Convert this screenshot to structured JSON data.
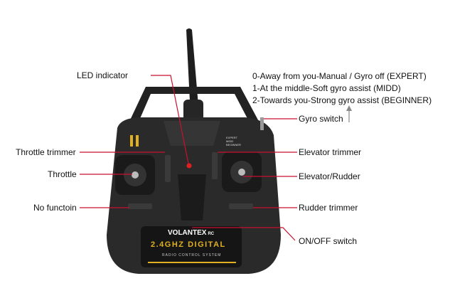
{
  "labels": {
    "led": "LED indicator",
    "throttle_trimmer": "Throttle trimmer",
    "throttle": "Throttle",
    "no_function": "No functoin",
    "gyro_switch": "Gyro switch",
    "elevator_trimmer": "Elevator trimmer",
    "elevator_rudder": "Elevator/Rudder",
    "rudder_trimmer": "Rudder trimmer",
    "on_off": "ON/OFF switch"
  },
  "gyro_modes": [
    "0-Away from you-Manual / Gyro off (EXPERT)",
    "1-At the middle-Soft gyro assist (MIDD)",
    "2-Towards you-Strong gyro assist (BEGINNER)"
  ],
  "device": {
    "brand": "VOLANTEX",
    "brand_suffix": "RC",
    "band": "2.4GHZ DIGITAL",
    "subtitle": "RADIO CONTROL SYSTEM",
    "mode_labels": [
      "EXPERT",
      "MIDD",
      "BEGINNER"
    ]
  },
  "colors": {
    "leader": "#c8102e",
    "body": "#2a2a2a",
    "accent": "#e0b020"
  }
}
